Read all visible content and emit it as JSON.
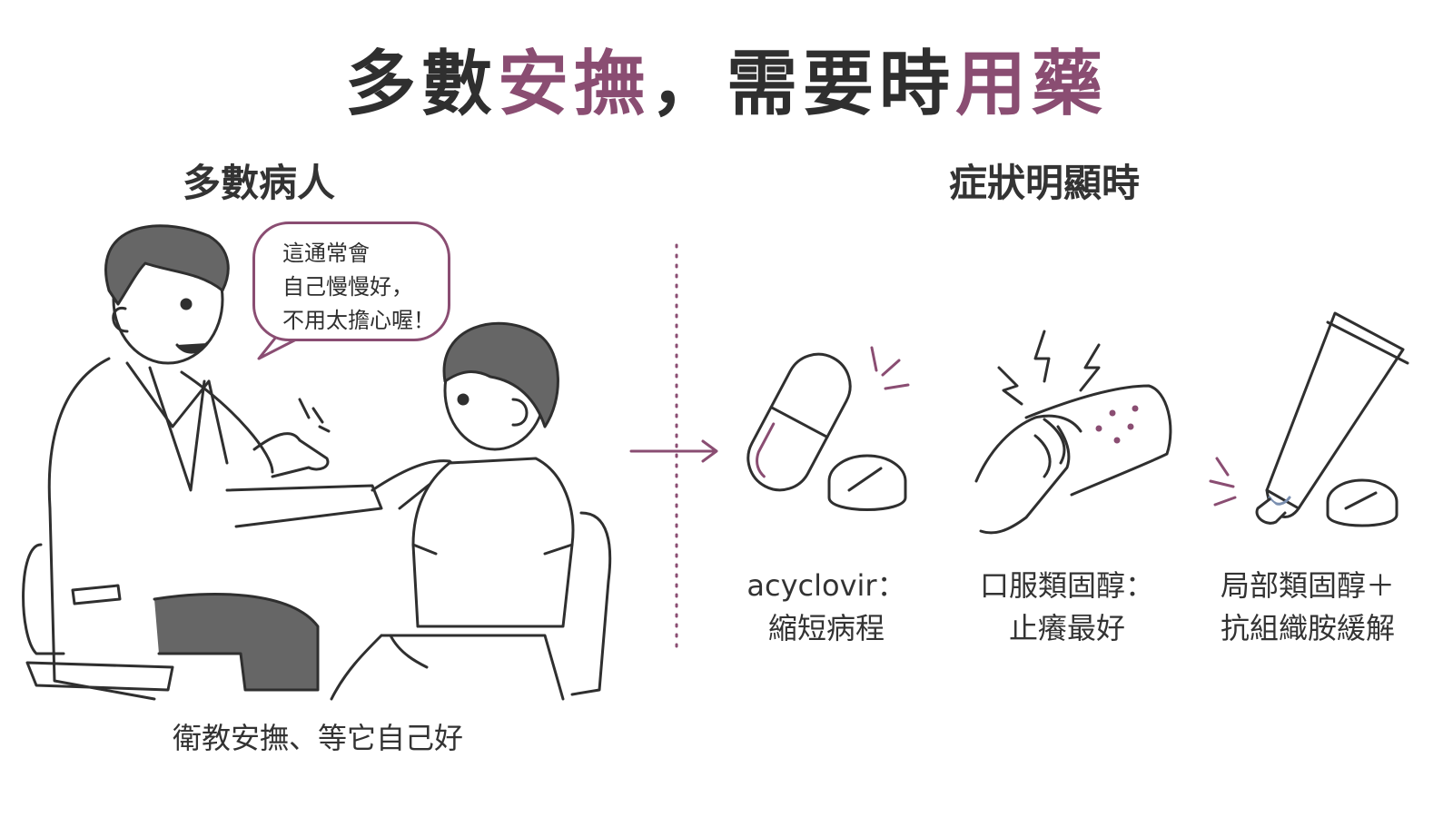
{
  "title": {
    "part1": "多數",
    "accent1": "安撫",
    "part2": "，需要時",
    "accent2": "用藥"
  },
  "colors": {
    "accent": "#8a4d72",
    "ink": "#333333"
  },
  "left": {
    "heading": "多數病人",
    "speech": [
      "這通常會",
      "自己慢慢好，",
      "不用太擔心喔！"
    ],
    "caption": "衛教安撫、等它自己好"
  },
  "right": {
    "heading": "症狀明顯時",
    "items": [
      {
        "icon": "pill-capsule-icon",
        "line1": "acyclovir：",
        "line2": "縮短病程"
      },
      {
        "icon": "itchy-arm-icon",
        "line1": "口服類固醇：",
        "line2": "止癢最好"
      },
      {
        "icon": "ointment-tube-icon",
        "line1": "局部類固醇＋",
        "line2": "抗組織胺緩解"
      }
    ]
  }
}
